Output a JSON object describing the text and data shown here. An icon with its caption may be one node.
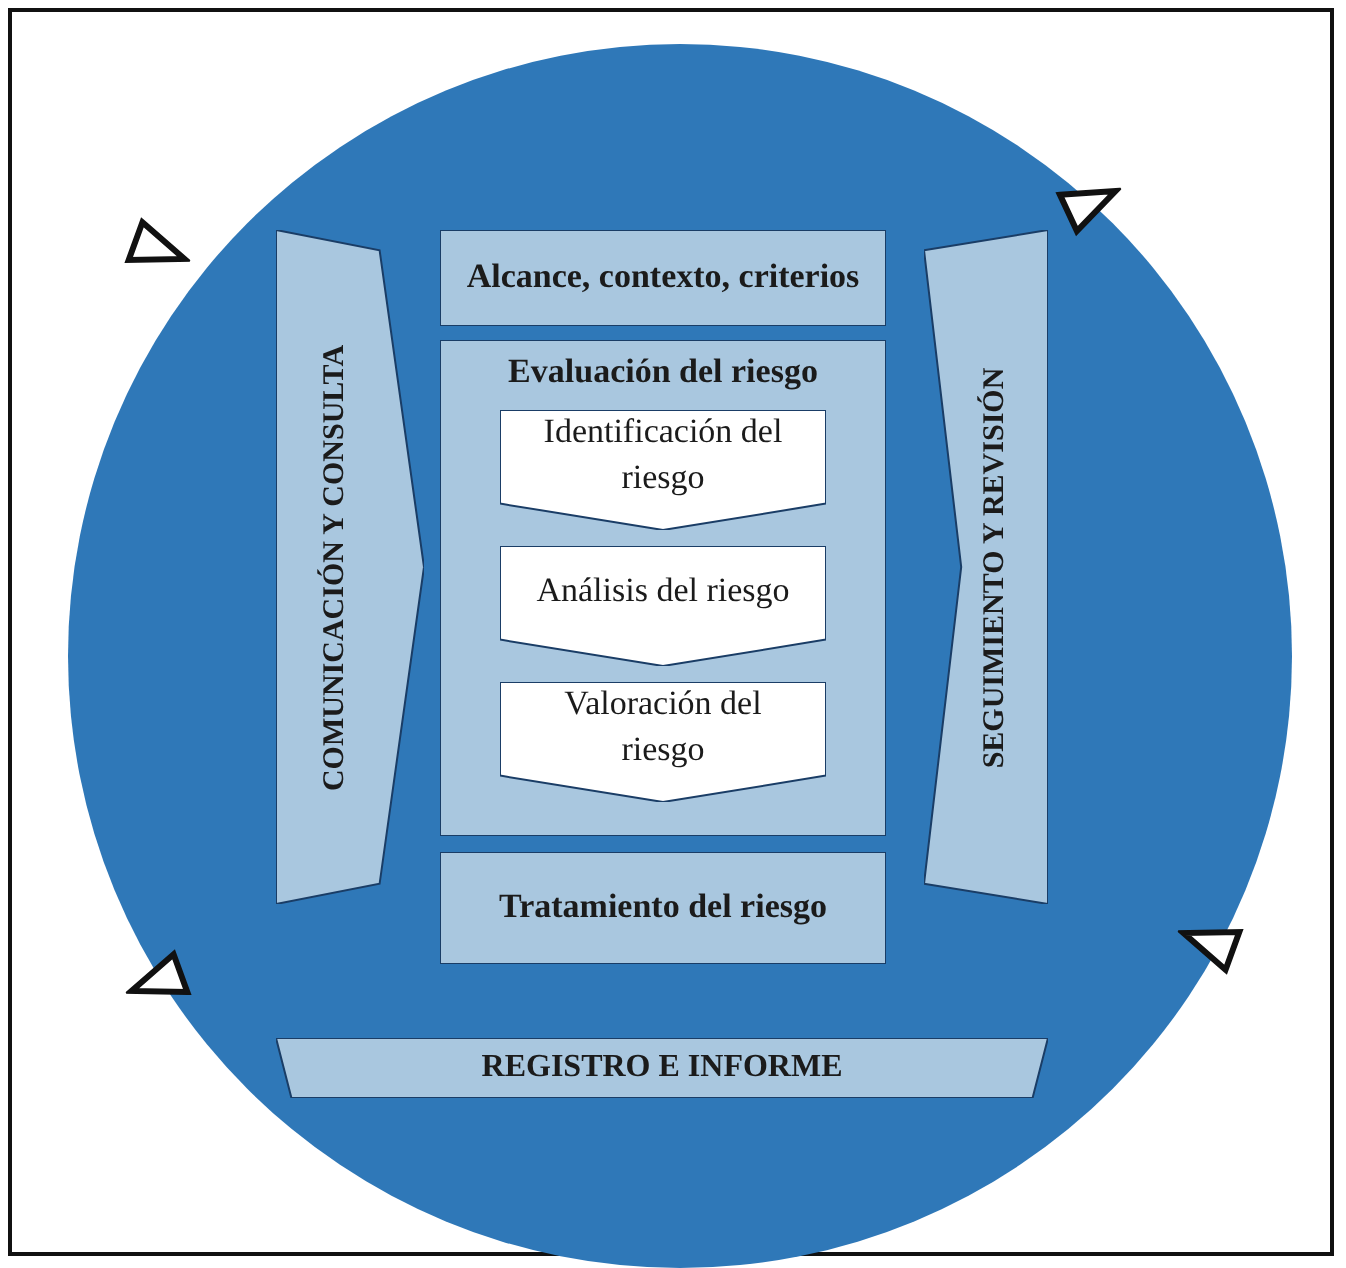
{
  "diagram": {
    "nodes": [
      {
        "text": [],
        "shape": "circle"
      },
      {
        "text": [
          "COMUNICACIÓN Y CONSULTA"
        ],
        "in": 0
      },
      {
        "text": [
          "Alcance, contexto, criterios"
        ],
        "in": 0
      },
      {
        "text": [
          "Evaluación del riesgo"
        ],
        "in": 0
      },
      {
        "text": [
          "Identificación del riesgo"
        ],
        "in": 3
      },
      {
        "text": [
          "Análisis del riesgo"
        ],
        "in": 3
      },
      {
        "text": [
          "Valoración del riesgo"
        ],
        "in": 3
      },
      {
        "text": [
          "Tratamiento del riesgo"
        ],
        "in": 0
      },
      {
        "text": [
          "SEGUIMIENTO Y REVISIÓN"
        ],
        "in": 0
      },
      {
        "text": [
          "REGISTRO E INFORME"
        ],
        "in": 0
      }
    ]
  }
}
